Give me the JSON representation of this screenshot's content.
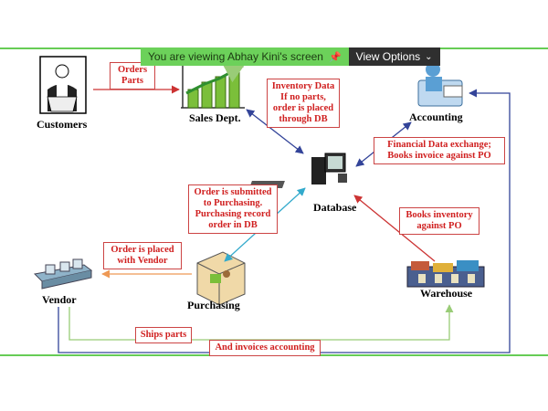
{
  "screen_share": {
    "banner_text": "You are viewing Abhay Kini's screen",
    "view_options_label": "View Options",
    "pin_icon": "pin-icon",
    "chevron_icon": "chevron-down-icon"
  },
  "nodes": {
    "customers": "Customers",
    "sales": "Sales Dept.",
    "accounting": "Accounting",
    "database": "Database",
    "vendor": "Vendor",
    "purchasing": "Purchasing",
    "warehouse": "Warehouse"
  },
  "notes": {
    "orders_parts": [
      "Orders",
      "Parts"
    ],
    "inventory_data": [
      "Inventory Data",
      "If no parts,",
      "order is placed",
      "through DB"
    ],
    "financial": [
      "Financial Data exchange;",
      "Books invoice against PO"
    ],
    "order_submitted": [
      "Order is submitted",
      "to Purchasing.",
      "Purchasing record",
      "order in DB"
    ],
    "books_inventory": [
      "Books inventory",
      "against PO"
    ],
    "order_placed": [
      "Order is placed",
      "with Vendor"
    ],
    "ships_parts": [
      "Ships parts"
    ],
    "invoices": [
      "And invoices accounting"
    ]
  },
  "colors": {
    "frame_green": "#66cc55",
    "note_red": "#d02020",
    "arrow_red": "#cc3333",
    "arrow_blue": "#334499",
    "arrow_teal": "#33aacc",
    "arrow_orange": "#ee9955",
    "line_green": "#99cc77"
  }
}
